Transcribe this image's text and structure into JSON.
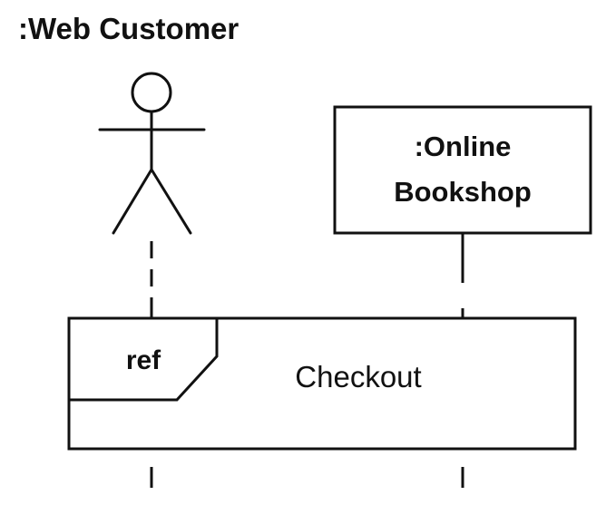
{
  "diagram": {
    "type": "sequence-diagram-fragment",
    "actor": {
      "label": ":Web Customer",
      "icon": "stick-figure-icon"
    },
    "object": {
      "label_line1": ":Online",
      "label_line2": "Bookshop"
    },
    "interaction_use": {
      "operator": "ref",
      "name": "Checkout"
    },
    "colors": {
      "stroke": "#111111",
      "background": "#ffffff"
    }
  }
}
